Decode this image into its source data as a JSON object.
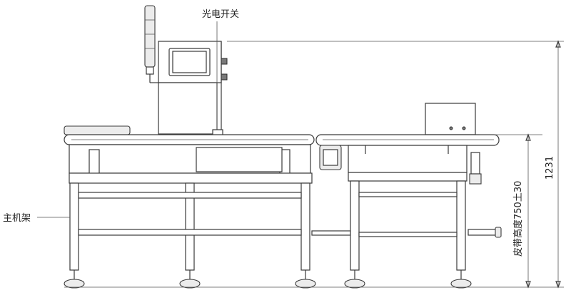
{
  "labels": {
    "photo_switch": "光电开关",
    "main_frame": "主机架",
    "belt_height": "皮带高度750土30",
    "total_height": "1231"
  },
  "colors": {
    "line": "#3a3a3a",
    "fill": "#ffffff",
    "shade": "#ececec"
  }
}
